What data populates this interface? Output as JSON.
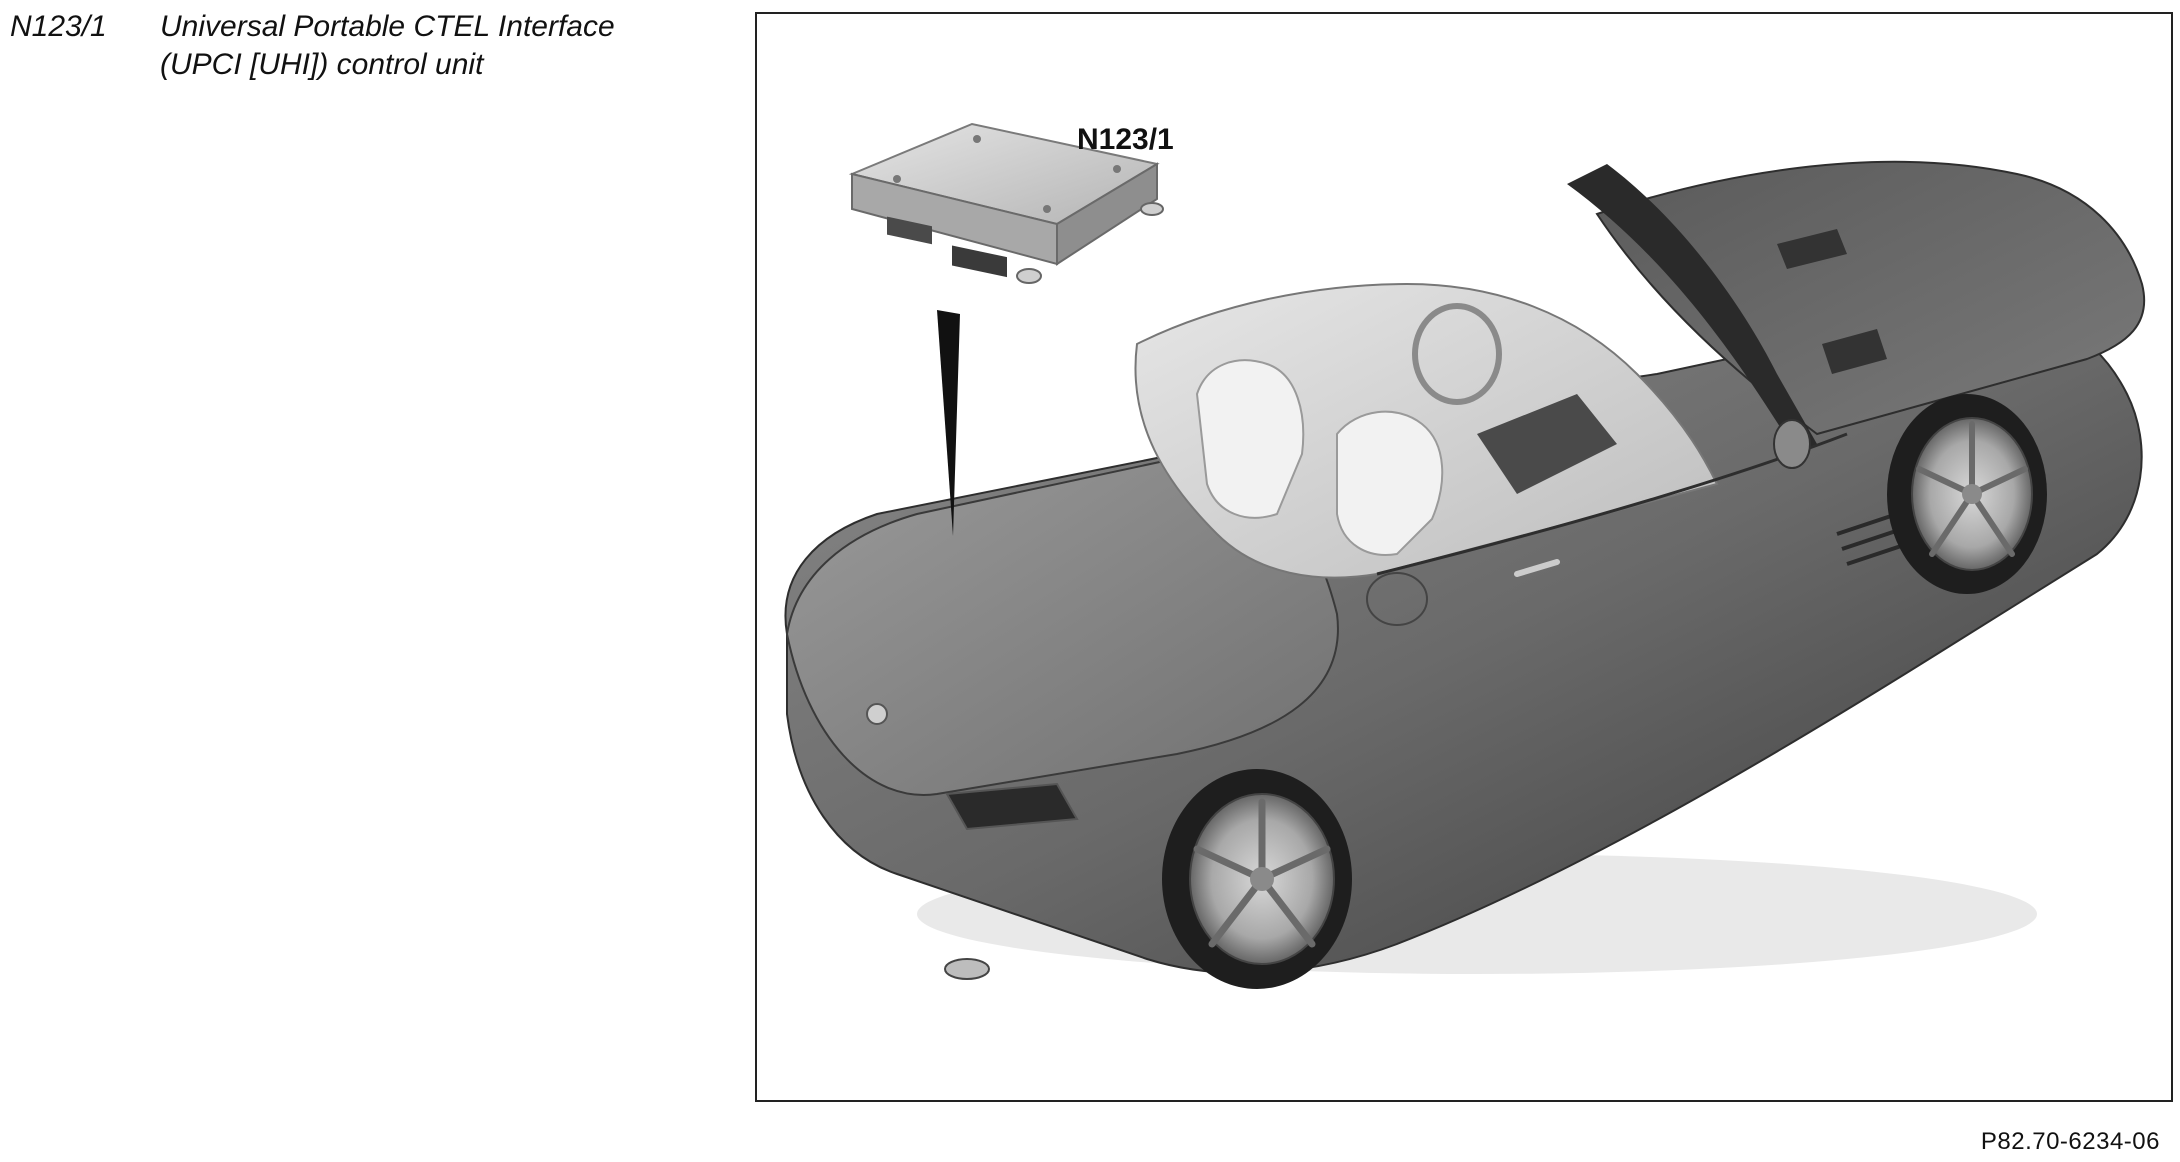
{
  "legend": {
    "items": [
      {
        "code": "N123/1",
        "description_line1": "Universal Portable CTEL Interface",
        "description_line2": "(UPCI [UHI]) control unit"
      }
    ]
  },
  "figure": {
    "callout_label": "N123/1",
    "reference": "P82.70-6234-06"
  }
}
